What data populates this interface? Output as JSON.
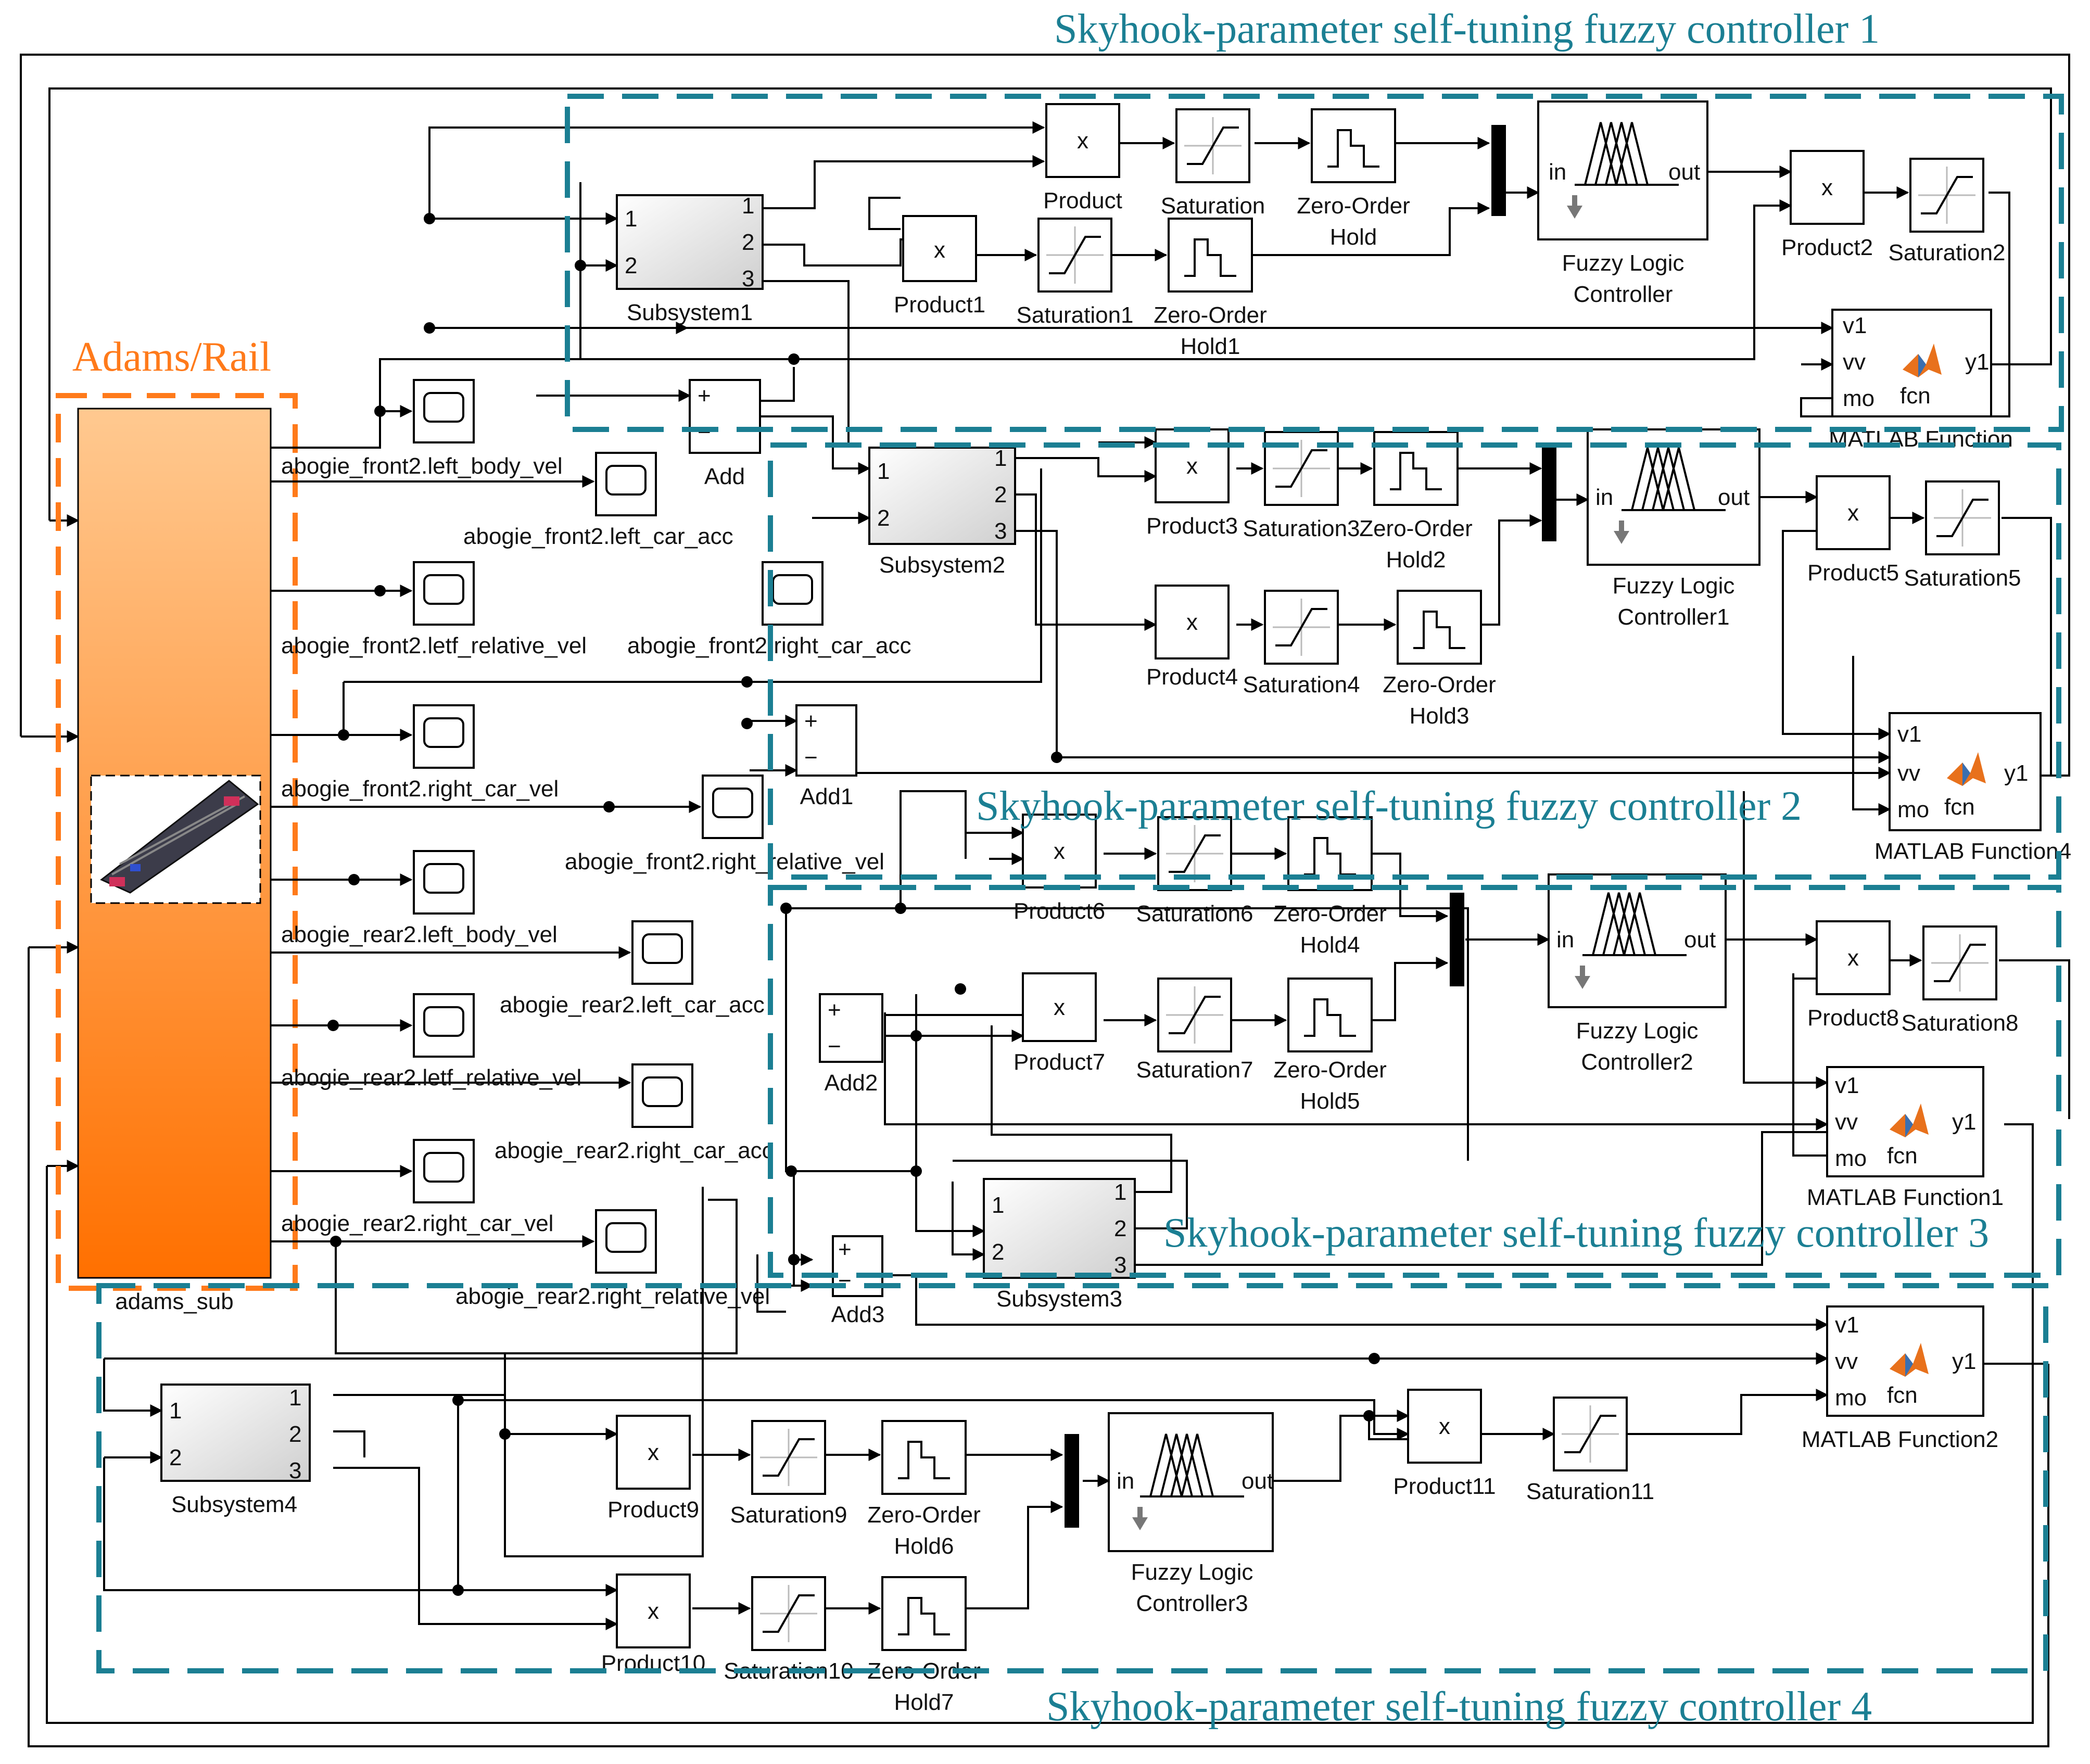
{
  "labels": {
    "c1": "Skyhook-parameter self-tuning fuzzy controller 1",
    "c2": "Skyhook-parameter self-tuning fuzzy controller 2",
    "c3": "Skyhook-parameter self-tuning fuzzy controller 3",
    "c4": "Skyhook-parameter self-tuning fuzzy controller 4",
    "adams": "Adams/Rail",
    "adams_sub": "adams_sub"
  },
  "blocks": {
    "product": "Product",
    "product1": "Product1",
    "product2": "Product2",
    "product3": "Product3",
    "product4": "Product4",
    "product5": "Product5",
    "product6": "Product6",
    "product7": "Product7",
    "product8": "Product8",
    "product9": "Product9",
    "product10": "Product10",
    "product11": "Product11",
    "saturation": "Saturation",
    "saturation1": "Saturation1",
    "saturation2": "Saturation2",
    "saturation3": "Saturation3",
    "saturation4": "Saturation4",
    "saturation5": "Saturation5",
    "saturation6": "Saturation6",
    "saturation7": "Saturation7",
    "saturation8": "Saturation8",
    "saturation9": "Saturation9",
    "saturation10": "Saturation10",
    "saturation11": "Saturation11",
    "zoh_a": "Zero-Order",
    "zoh_b": "Hold",
    "zoh1_a": "Zero-Order",
    "zoh1_b": "Hold1",
    "zoh2_a": "Zero-Order",
    "zoh2_b": "Hold2",
    "zoh3_a": "Zero-Order",
    "zoh3_b": "Hold3",
    "zoh4_a": "Zero-Order",
    "zoh4_b": "Hold4",
    "zoh5_a": "Zero-Order",
    "zoh5_b": "Hold5",
    "zoh6_a": "Zero-Order",
    "zoh6_b": "Hold6",
    "zoh7_a": "Zero-Order",
    "zoh7_b": "Hold7",
    "flc_a": "Fuzzy Logic",
    "flc_b": "Controller",
    "flc1_a": "Fuzzy Logic",
    "flc1_b": "Controller1",
    "flc2_a": "Fuzzy Logic",
    "flc2_b": "Controller2",
    "flc3_a": "Fuzzy Logic",
    "flc3_b": "Controller3",
    "mf": "MATLAB Function",
    "mf1": "MATLAB Function1",
    "mf2": "MATLAB Function2",
    "mf4": "MATLAB Function4",
    "sub1": "Subsystem1",
    "sub2": "Subsystem2",
    "sub3": "Subsystem3",
    "sub4": "Subsystem4",
    "add": "Add",
    "add1": "Add1",
    "add2": "Add2",
    "add3": "Add3"
  },
  "ports": {
    "in1": "1",
    "in2": "2",
    "out1": "1",
    "out2": "2",
    "out3": "3",
    "x": "x",
    "plus": "+",
    "minus": "−",
    "fin": "in",
    "fout": "out",
    "v1": "v1",
    "vv": "vv",
    "mo": "mo",
    "y1": "y1",
    "fcn": "fcn"
  },
  "signals": {
    "s1": "abogie_front2.left_body_vel",
    "s2": "abogie_front2.left_car_acc",
    "s3": "abogie_front2.letf_relative_vel",
    "s4": "abogie_front2.right_car_acc",
    "s5": "abogie_front2.right_car_vel",
    "s6": "abogie_front2.right_relative_vel",
    "s7": "abogie_rear2.left_body_vel",
    "s8": "abogie_rear2.left_car_acc",
    "s9": "abogie_rear2.letf_relative_vel",
    "s10": "abogie_rear2.right_car_acc",
    "s11": "abogie_rear2.right_car_vel",
    "s12": "abogie_rear2.right_relative_vel"
  },
  "colors": {
    "controller_frame": "#1b7f93",
    "adams_frame": "#ff7a1a",
    "adams_gradient_top": "#ffc990",
    "adams_gradient_bottom": "#ff7000",
    "mux": "#000000"
  }
}
